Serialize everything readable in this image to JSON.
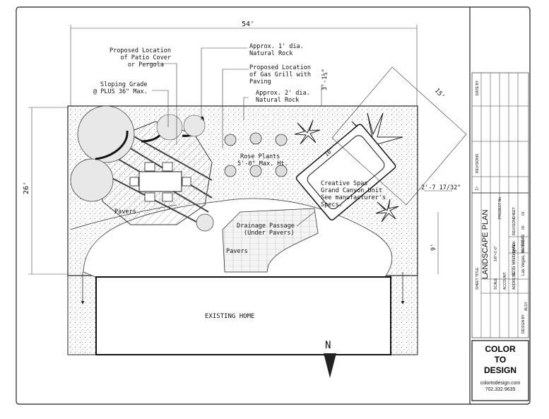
{
  "dimensions": {
    "width_total": "54'",
    "depth_total": "26'",
    "spa_side": "15'",
    "spa_depth": "3'-1¼\"",
    "spa_inner": "10'",
    "spa_offset": "2'-7 17/32\"",
    "side_yard": "9'"
  },
  "callouts": {
    "patio": [
      "Proposed Location",
      "of Patio Cover",
      "or Pergola"
    ],
    "rock1": [
      "Approx. 1' dia.",
      "Natural Rock"
    ],
    "grill": [
      "Proposed Location",
      "of Gas Grill with",
      "Paving"
    ],
    "rock2": [
      "Approx. 2' dia.",
      "Natural Rock"
    ],
    "grade": [
      "Sloping Grade",
      "@ PLUS 36\" Max."
    ],
    "roses": [
      "Rose Plants",
      "5'-0\" Max. Ht."
    ],
    "spa": [
      "Creative Spas",
      "Grand Canyon Unit",
      "See manufacturer's",
      "Specs."
    ],
    "pavers1": "Pavers",
    "drain": [
      "Drainage Passage",
      "(Under Pavers)"
    ],
    "pavers2": "Pavers",
    "home": "EXISTING HOME",
    "north": "N"
  },
  "title_block": {
    "date_by": "DATE BY",
    "revisions": "REVISIONS",
    "revision_mark": "△",
    "sheet_title_label": "SHEET TITLE",
    "sheet_title": "LANDSCAPE PLAN",
    "scale_value": "1/8\"=1'-0\"",
    "scale_label": "SCALE",
    "project_label": "PROJECT No.",
    "account_label": "ACCOUNT",
    "address_label": "ADDRESS",
    "address1": "9235 Whitting Ave.",
    "address2": "Las Vegas, NV 89149",
    "design_label": "DESIGN BY",
    "design_value": "ALSY",
    "date_label": "DATE",
    "date_value": "04-08-06",
    "revision_label": "REVISION",
    "revision_value": "00",
    "sheet_label": "SHEET",
    "sheet_value": "01",
    "logo": [
      "COLOR",
      "TO",
      "DESIGN"
    ],
    "website": "colortodesign.com",
    "phone": "702.332.9635"
  }
}
